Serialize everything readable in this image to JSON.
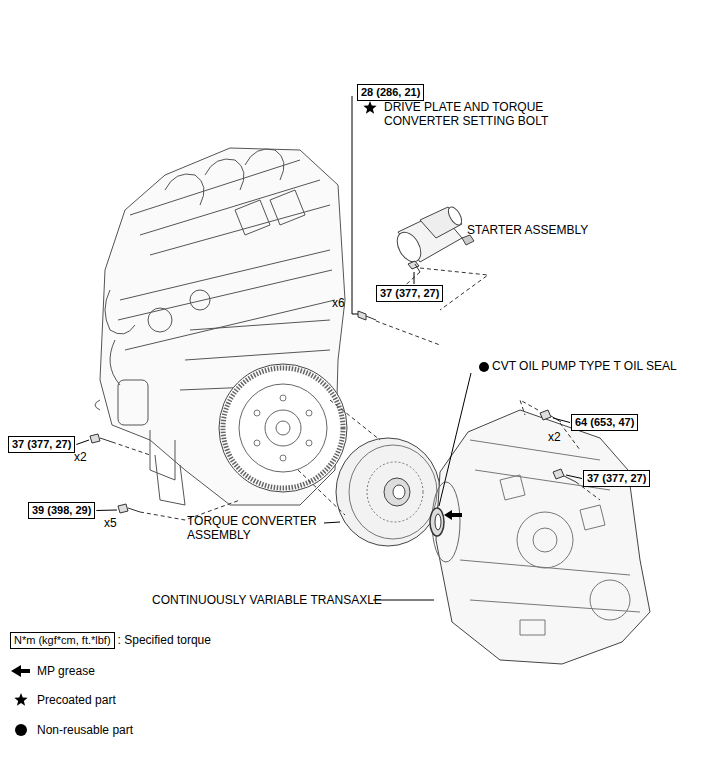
{
  "diagram": {
    "nodes": [
      {
        "text": [
          "28 (286, 21)"
        ]
      },
      {
        "text": [
          "37 (377, 27)"
        ]
      },
      {
        "text": [
          "64 (653, 47)"
        ]
      },
      {
        "text": [
          "37 (377, 27)"
        ]
      },
      {
        "text": [
          "37 (377, 27)"
        ]
      },
      {
        "text": [
          "39 (398, 29)"
        ]
      },
      {
        "text": [
          "N*m (kgf*cm, ft.*lbf)"
        ]
      }
    ],
    "labels": [
      "DRIVE PLATE AND TORQUE CONVERTER SETTING BOLT",
      "STARTER ASSEMBLY",
      "x6",
      "CVT OIL PUMP TYPE T OIL SEAL",
      "x2",
      "x2",
      "TORQUE CONVERTER ASSEMBLY",
      "x5",
      "CONTINUOUSLY VARIABLE TRANSAXLE"
    ],
    "legend": [
      {
        "text": ": Specified torque"
      },
      {
        "text": "MP grease"
      },
      {
        "text": "Precoated part"
      },
      {
        "text": "Non-reusable part"
      }
    ]
  }
}
